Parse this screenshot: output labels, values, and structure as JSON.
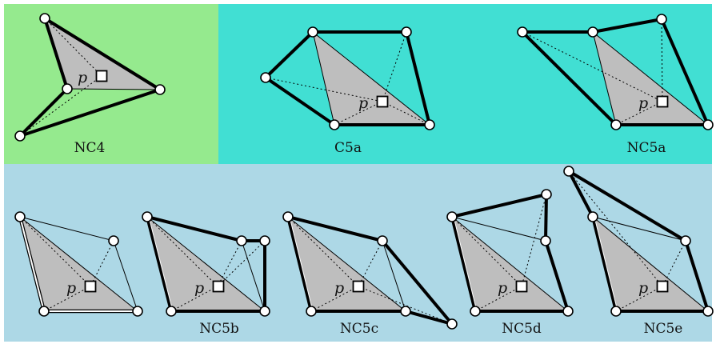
{
  "colors": {
    "nc4_panel": "#95EA8E",
    "convex_panel": "#41DFD3",
    "bottom_panel": "#ADD8E6",
    "triangle_fill": "#BEBEBE"
  },
  "query_point_label": "p",
  "panels": [
    {
      "id": "nc4",
      "label": "NC4"
    },
    {
      "id": "c5a",
      "label": "C5a"
    },
    {
      "id": "nc5a",
      "label": "NC5a"
    },
    {
      "id": "nc5-base",
      "label": ""
    },
    {
      "id": "nc5b",
      "label": "NC5b"
    },
    {
      "id": "nc5c",
      "label": "NC5c"
    },
    {
      "id": "nc5d",
      "label": "NC5d"
    },
    {
      "id": "nc5e",
      "label": "NC5e"
    }
  ]
}
